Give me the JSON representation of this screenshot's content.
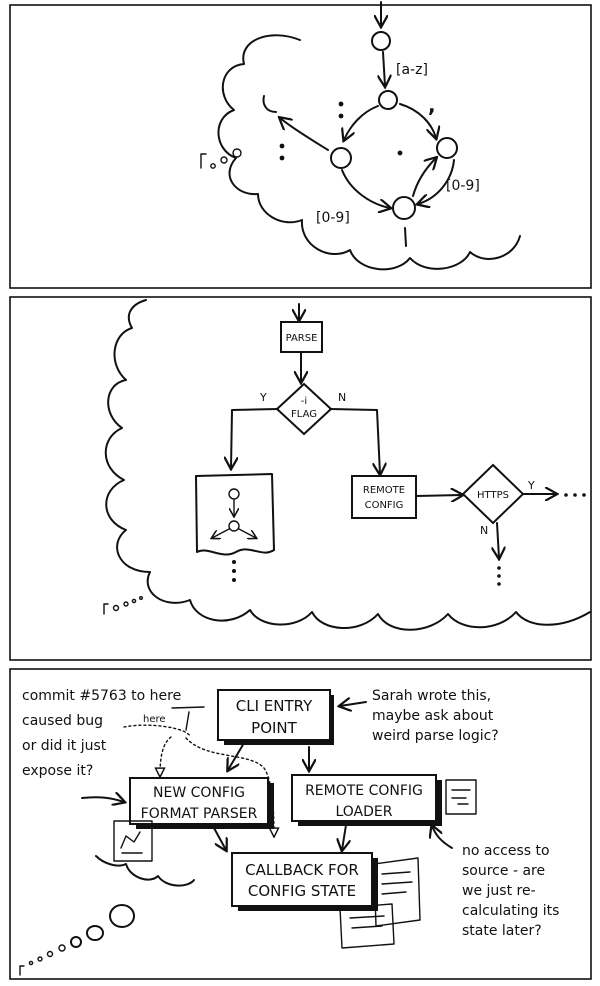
{
  "panel1": {
    "labels": {
      "range_az": "[a-z]",
      "range_09_right": "[0-9]",
      "range_09_left": "[0-9]",
      "comma": ","
    }
  },
  "panel2": {
    "parse": "PARSE",
    "flag_top": "-i",
    "flag_bottom": "FLAG",
    "yes_left": "Y",
    "no_right": "N",
    "remote_line1": "REMOTE",
    "remote_line2": "CONFIG",
    "https": "HTTPS",
    "yes_https": "Y",
    "no_https": "N"
  },
  "panel3": {
    "note_commit": [
      "commit #5763 to here",
      "caused bug",
      "or did it just",
      "expose it?"
    ],
    "note_here": "here",
    "note_sarah": [
      "Sarah wrote this,",
      "maybe ask about",
      "weird parse logic?"
    ],
    "note_noaccess": [
      "no access to",
      "source - are",
      "we just re-",
      "calculating its",
      "state later?"
    ],
    "box_cli": [
      "CLI ENTRY",
      "POINT"
    ],
    "box_parser": [
      "NEW CONFIG",
      "FORMAT PARSER"
    ],
    "box_remote": [
      "REMOTE CONFIG",
      "LOADER"
    ],
    "box_callback": [
      "CALLBACK FOR",
      "CONFIG STATE"
    ]
  }
}
